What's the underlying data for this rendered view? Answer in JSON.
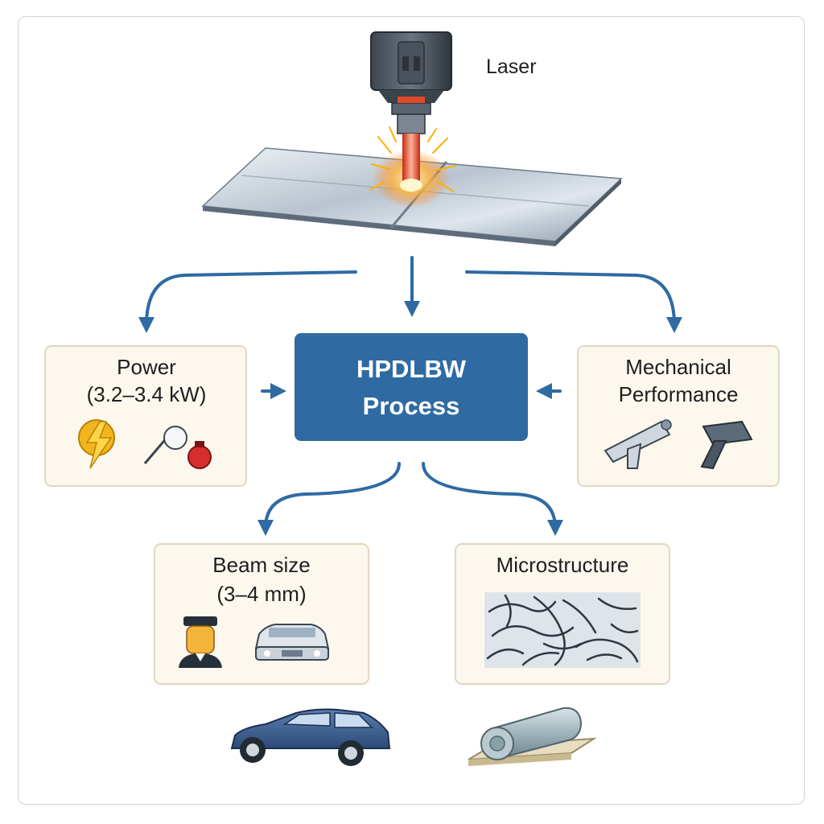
{
  "laser": {
    "label": "Laser"
  },
  "process": {
    "line1": "HPDLBW",
    "line2": "Process"
  },
  "power": {
    "title": "Power",
    "range": "(3.2–3.4 kW)"
  },
  "mechanical": {
    "line1": "Mechanical",
    "line2": "Performance"
  },
  "beam": {
    "title": "Beam size",
    "range": "(3–4 mm)"
  },
  "microstructure": {
    "title": "Microstructure"
  },
  "colors": {
    "process_box": "#2f6aa3",
    "arrow": "#2f6aa3",
    "card_fill": "#fdf8ee",
    "card_border": "#e2d6bf",
    "laser_beam": "#e8452a"
  },
  "icons": [
    "laser-head-icon",
    "steel-plates-icon",
    "lightning-icon",
    "probe-icon",
    "spray-gun-icon",
    "hammer-icon",
    "worker-icon",
    "car-front-icon",
    "car-icon",
    "roll-icon",
    "microstructure-texture"
  ]
}
